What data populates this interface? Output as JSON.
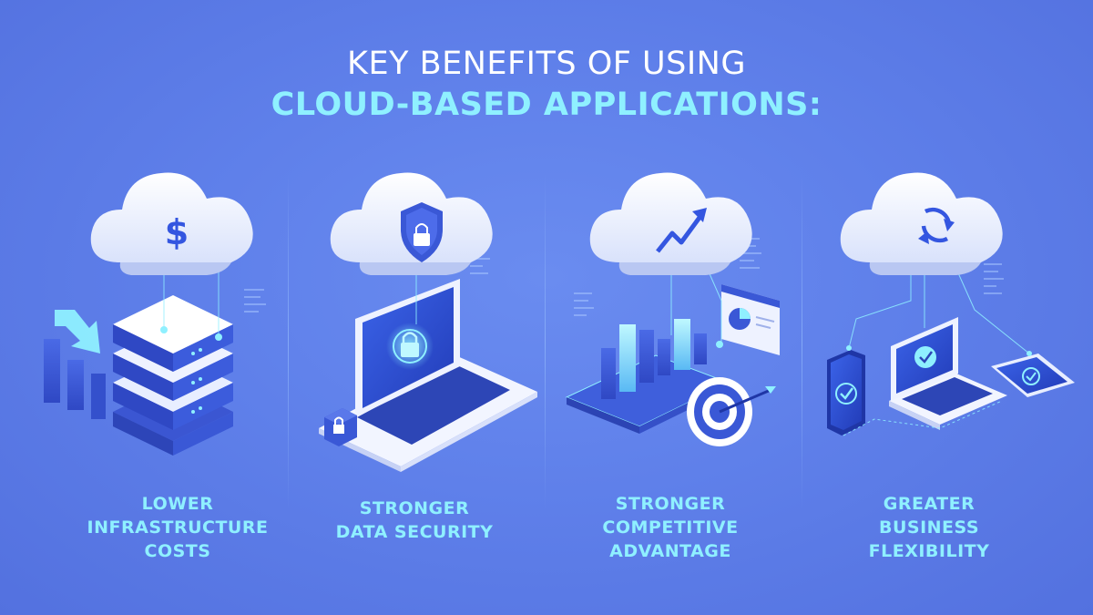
{
  "header": {
    "line1": "KEY BENEFITS OF USING",
    "line2": "CLOUD-BASED APPLICATIONS:"
  },
  "benefits": [
    {
      "lines": [
        "LOWER",
        "INFRASTRUCTURE",
        "COSTS"
      ],
      "icon": "dollar-icon"
    },
    {
      "lines": [
        "STRONGER",
        "DATA SECURITY"
      ],
      "icon": "shield-lock-icon"
    },
    {
      "lines": [
        "STRONGER",
        "COMPETITIVE",
        "ADVANTAGE"
      ],
      "icon": "trend-up-icon"
    },
    {
      "lines": [
        "GREATER",
        "BUSINESS",
        "FLEXIBILITY"
      ],
      "icon": "sync-icon"
    }
  ],
  "colors": {
    "background": "#5f80ea",
    "accent": "#8ff0ff",
    "device_blue": "#3a58d6",
    "white": "#ffffff"
  }
}
